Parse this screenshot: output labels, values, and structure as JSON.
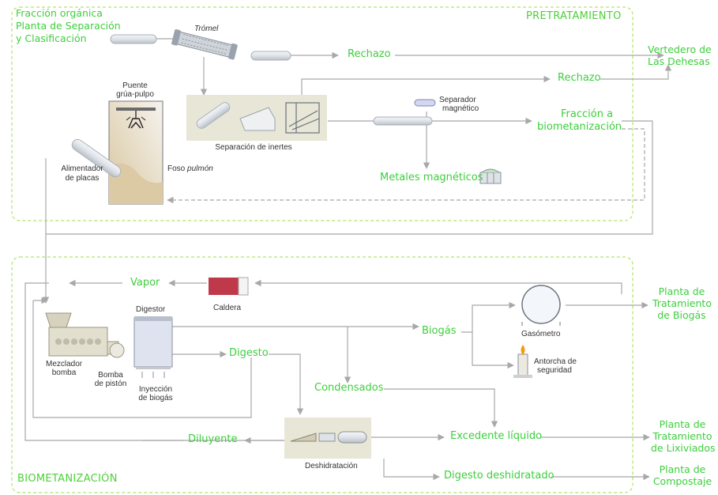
{
  "sections": {
    "pretreatment": "PRETRATAMIENTO",
    "biomethanization": "BIOMETANIZACIÓN"
  },
  "pretreatment": {
    "input_line1": "Fracción orgánica",
    "input_line2": "Planta de Separación",
    "input_line3": "y Clasificación",
    "trommel": "Trómel",
    "reject1": "Rechazo",
    "reject2": "Rechazo",
    "landfill_line1": "Vertedero de",
    "landfill_line2": "Las Dehesas",
    "crane_line1": "Puente",
    "crane_line2": "grúa-pulpo",
    "feeder_line1": "Alimentador",
    "feeder_line2": "de placas",
    "pit_word": "Foso",
    "pit_italic": "pulmón",
    "inert_separation": "Separación de inertes",
    "magnet_line1": "Separador",
    "magnet_line2": "magnético",
    "fraction_line1": "Fracción a",
    "fraction_line2": "biometanización",
    "metals": "Metales magnéticos"
  },
  "biomethanization": {
    "steam": "Vapor",
    "boiler": "Caldera",
    "digester": "Digestor",
    "mixer_line1": "Mezclador",
    "mixer_line2": "bomba",
    "piston_line1": "Bomba",
    "piston_line2": "de pistón",
    "injection_line1": "Inyección",
    "injection_line2": "de biogás",
    "digestate": "Digesto",
    "biogas": "Biogás",
    "gasometer": "Gasómetro",
    "torch_line1": "Antorcha de",
    "torch_line2": "seguridad",
    "condensates": "Condensados",
    "excess_liquid": "Excedente líquido",
    "diluent": "Diluyente",
    "dewatering": "Deshidratación",
    "dewatered_digestate": "Digesto deshidratado",
    "biogas_plant_line1": "Planta de",
    "biogas_plant_line2": "Tratamiento",
    "biogas_plant_line3": "de Biogás",
    "leachate_plant_line1": "Planta de",
    "leachate_plant_line2": "Tratamiento",
    "leachate_plant_line3": "de Lixiviados",
    "compost_plant_line1": "Planta de",
    "compost_plant_line2": "Compostaje"
  },
  "colors": {
    "accent_green": "#4cd137",
    "dashed_border": "#b5e36a",
    "flow_line": "#a8a8a8",
    "boiler_red": "#c0394b",
    "equipment_fill": "#e8e6d6"
  }
}
